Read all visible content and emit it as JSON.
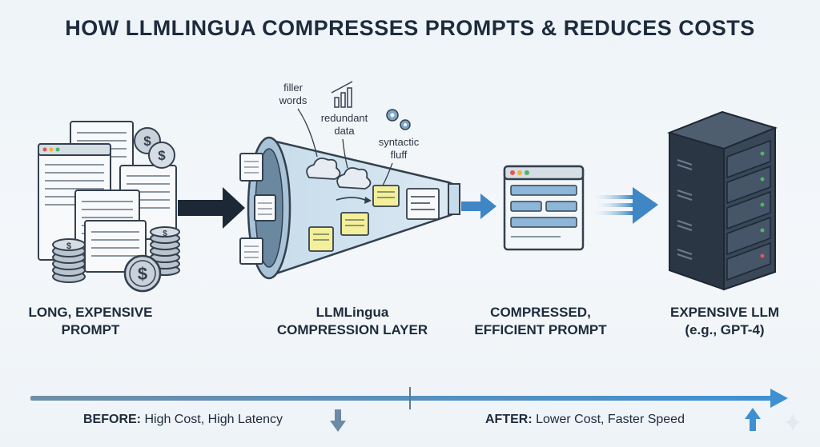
{
  "title": "HOW LLMLINGUA COMPRESSES PROMPTS & REDUCES COSTS",
  "stages": [
    {
      "line1": "LONG, EXPENSIVE",
      "line2": "PROMPT"
    },
    {
      "line1": "LLMLingua",
      "line2": "COMPRESSION LAYER"
    },
    {
      "line1": "COMPRESSED,",
      "line2": "EFFICIENT PROMPT"
    },
    {
      "line1": "EXPENSIVE LLM",
      "line2": "(e.g., GPT-4)"
    }
  ],
  "callouts": {
    "filler_1": "filler",
    "filler_2": "words",
    "redundant_1": "redundant",
    "redundant_2": "data",
    "syntactic_1": "syntactic",
    "syntactic_2": "fluff"
  },
  "bottom": {
    "before_label": "BEFORE:",
    "before_text": "High Cost, High Latency",
    "after_label": "AFTER:",
    "after_text": "Lower Cost, Faster Speed"
  },
  "icons": {
    "coin": "dollar-coin-icon",
    "chart": "bar-chart-icon",
    "gears": "gears-icon",
    "before_arrow": "arrow-down-icon",
    "after_arrow": "arrow-up-icon"
  },
  "colors": {
    "accent_blue": "#4a90c8",
    "dark_navy": "#1c2836",
    "highlight_yellow": "#f3ef9a"
  }
}
